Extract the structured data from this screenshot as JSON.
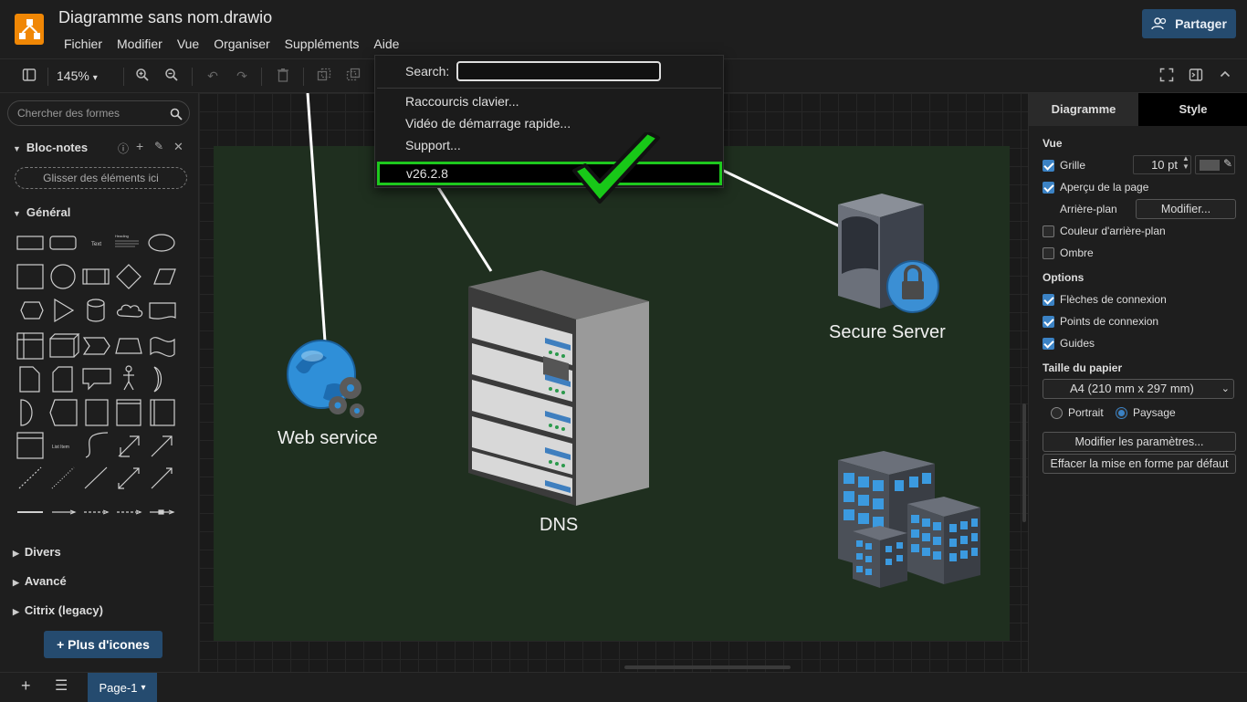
{
  "app": {
    "doc_title": "Diagramme sans nom.drawio",
    "share_label": "Partager"
  },
  "menubar": [
    "Fichier",
    "Modifier",
    "Vue",
    "Organiser",
    "Suppléments",
    "Aide"
  ],
  "toolbar": {
    "zoom": "145%"
  },
  "sidebar": {
    "search_placeholder": "Chercher des formes",
    "scratchpad_title": "Bloc-notes",
    "drop_zone": "Glisser des éléments ici",
    "general_title": "Général",
    "sections": [
      "Divers",
      "Avancé",
      "Citrix (legacy)"
    ],
    "more_icons": "+ Plus d'icones",
    "shape_text_label": "Text",
    "shape_heading_label": "Heading",
    "shape_list_label": "List Item"
  },
  "canvas": {
    "labels": {
      "web_service": "Web service",
      "dns": "DNS",
      "secure_server": "Secure Server"
    }
  },
  "help_menu": {
    "search_label": "Search:",
    "items": [
      "Raccourcis clavier...",
      "Vidéo de démarrage rapide...",
      "Support..."
    ],
    "version": "v26.2.8"
  },
  "right_panel": {
    "tab_diagram": "Diagramme",
    "tab_style": "Style",
    "vue_title": "Vue",
    "grid_label": "Grille",
    "grid_size": "10 pt",
    "page_view_label": "Aperçu de la page",
    "background_label": "Arrière-plan",
    "modify_button": "Modifier...",
    "bg_color_label": "Couleur d'arrière-plan",
    "shadow_label": "Ombre",
    "options_title": "Options",
    "connection_arrows": "Flèches de connexion",
    "connection_points": "Points de connexion",
    "guides": "Guides",
    "paper_size_title": "Taille du papier",
    "paper_size_value": "A4 (210 mm x 297 mm)",
    "portrait": "Portrait",
    "landscape": "Paysage",
    "edit_settings": "Modifier les paramètres...",
    "clear_style": "Effacer la mise en forme par défaut"
  },
  "bottom": {
    "page_tab": "Page-1"
  },
  "colors": {
    "accent": "#254b6f",
    "highlight": "#1ec81e",
    "canvas_bg": "#1f2f1f"
  }
}
